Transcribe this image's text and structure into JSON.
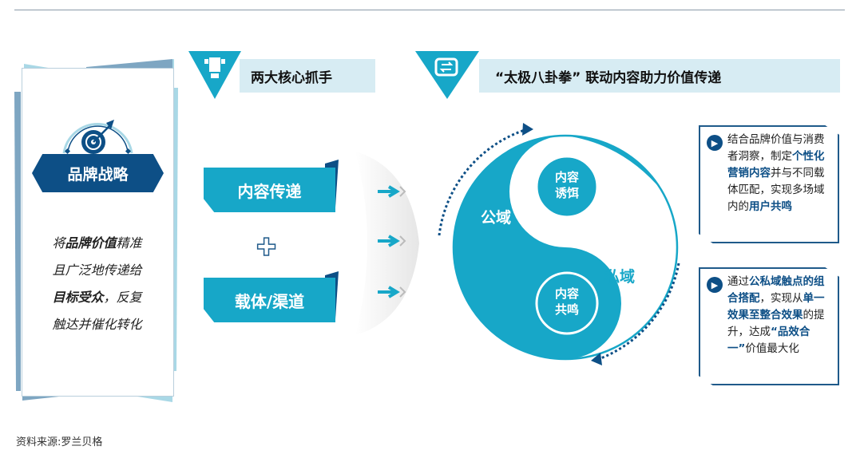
{
  "brand_card": {
    "title": "品牌战略",
    "lines": [
      {
        "parts": [
          {
            "t": "将",
            "b": false
          },
          {
            "t": "品牌价值",
            "b": true
          },
          {
            "t": "精准",
            "b": false
          }
        ]
      },
      {
        "parts": [
          {
            "t": "且广泛地传递给",
            "b": false
          }
        ]
      },
      {
        "parts": [
          {
            "t": "目标受众",
            "b": true
          },
          {
            "t": "，反复",
            "b": false
          }
        ]
      },
      {
        "parts": [
          {
            "t": "触达并催化转化",
            "b": false
          }
        ]
      }
    ]
  },
  "header_left": {
    "title": "两大核心抓手"
  },
  "header_right": {
    "title": "“太极八卦拳” 联动内容助力价值传递"
  },
  "ribbons": [
    "内容传递",
    "载体/渠道"
  ],
  "taiji": {
    "public_label": "公域",
    "private_label": "私域",
    "bait_label": [
      "内容",
      "诱饵"
    ],
    "resonance_label": [
      "内容",
      "共鸣"
    ]
  },
  "info_boxes": [
    {
      "parts": [
        {
          "t": "结合品牌价值与消费者洞察，制定",
          "b": false
        },
        {
          "t": "个性化营销内容",
          "b": true
        },
        {
          "t": "并与不同载体匹配，实现多场域内的",
          "b": false
        },
        {
          "t": "用户共鸣",
          "b": true
        }
      ]
    },
    {
      "parts": [
        {
          "t": "通过",
          "b": false
        },
        {
          "t": "公私域触点的组合搭配",
          "b": true
        },
        {
          "t": "，实现从",
          "b": false
        },
        {
          "t": "单一效果至整合效果",
          "b": true
        },
        {
          "t": "的提升，达成",
          "b": false
        },
        {
          "t": "“品效合一”",
          "b": true
        },
        {
          "t": "价值最大化",
          "b": false
        }
      ]
    }
  ],
  "source": "资料来源:罗兰贝格",
  "colors": {
    "teal": "#17a7c8",
    "navy": "#0d4f86",
    "light": "#d7ecf3"
  }
}
